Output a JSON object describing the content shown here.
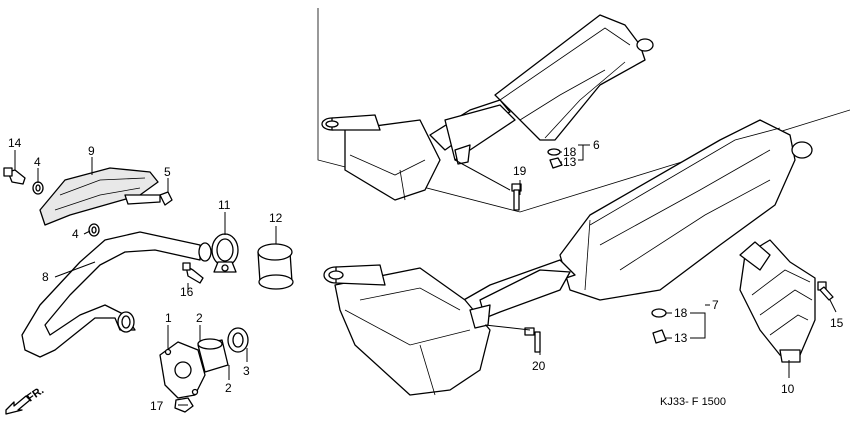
{
  "diagram_code": "KJ33- F 1500",
  "direction_label": "FR.",
  "callouts": {
    "c1": "1",
    "c2a": "2",
    "c2b": "2",
    "c3": "3",
    "c4a": "4",
    "c4b": "4",
    "c5": "5",
    "c6": "6",
    "c7": "7",
    "c8": "8",
    "c9": "9",
    "c10": "10",
    "c11": "11",
    "c12": "12",
    "c13a": "13",
    "c13b": "13",
    "c14": "14",
    "c15": "15",
    "c16": "16",
    "c17": "17",
    "c18a": "18",
    "c18b": "18",
    "c19": "19",
    "c20": "20"
  }
}
